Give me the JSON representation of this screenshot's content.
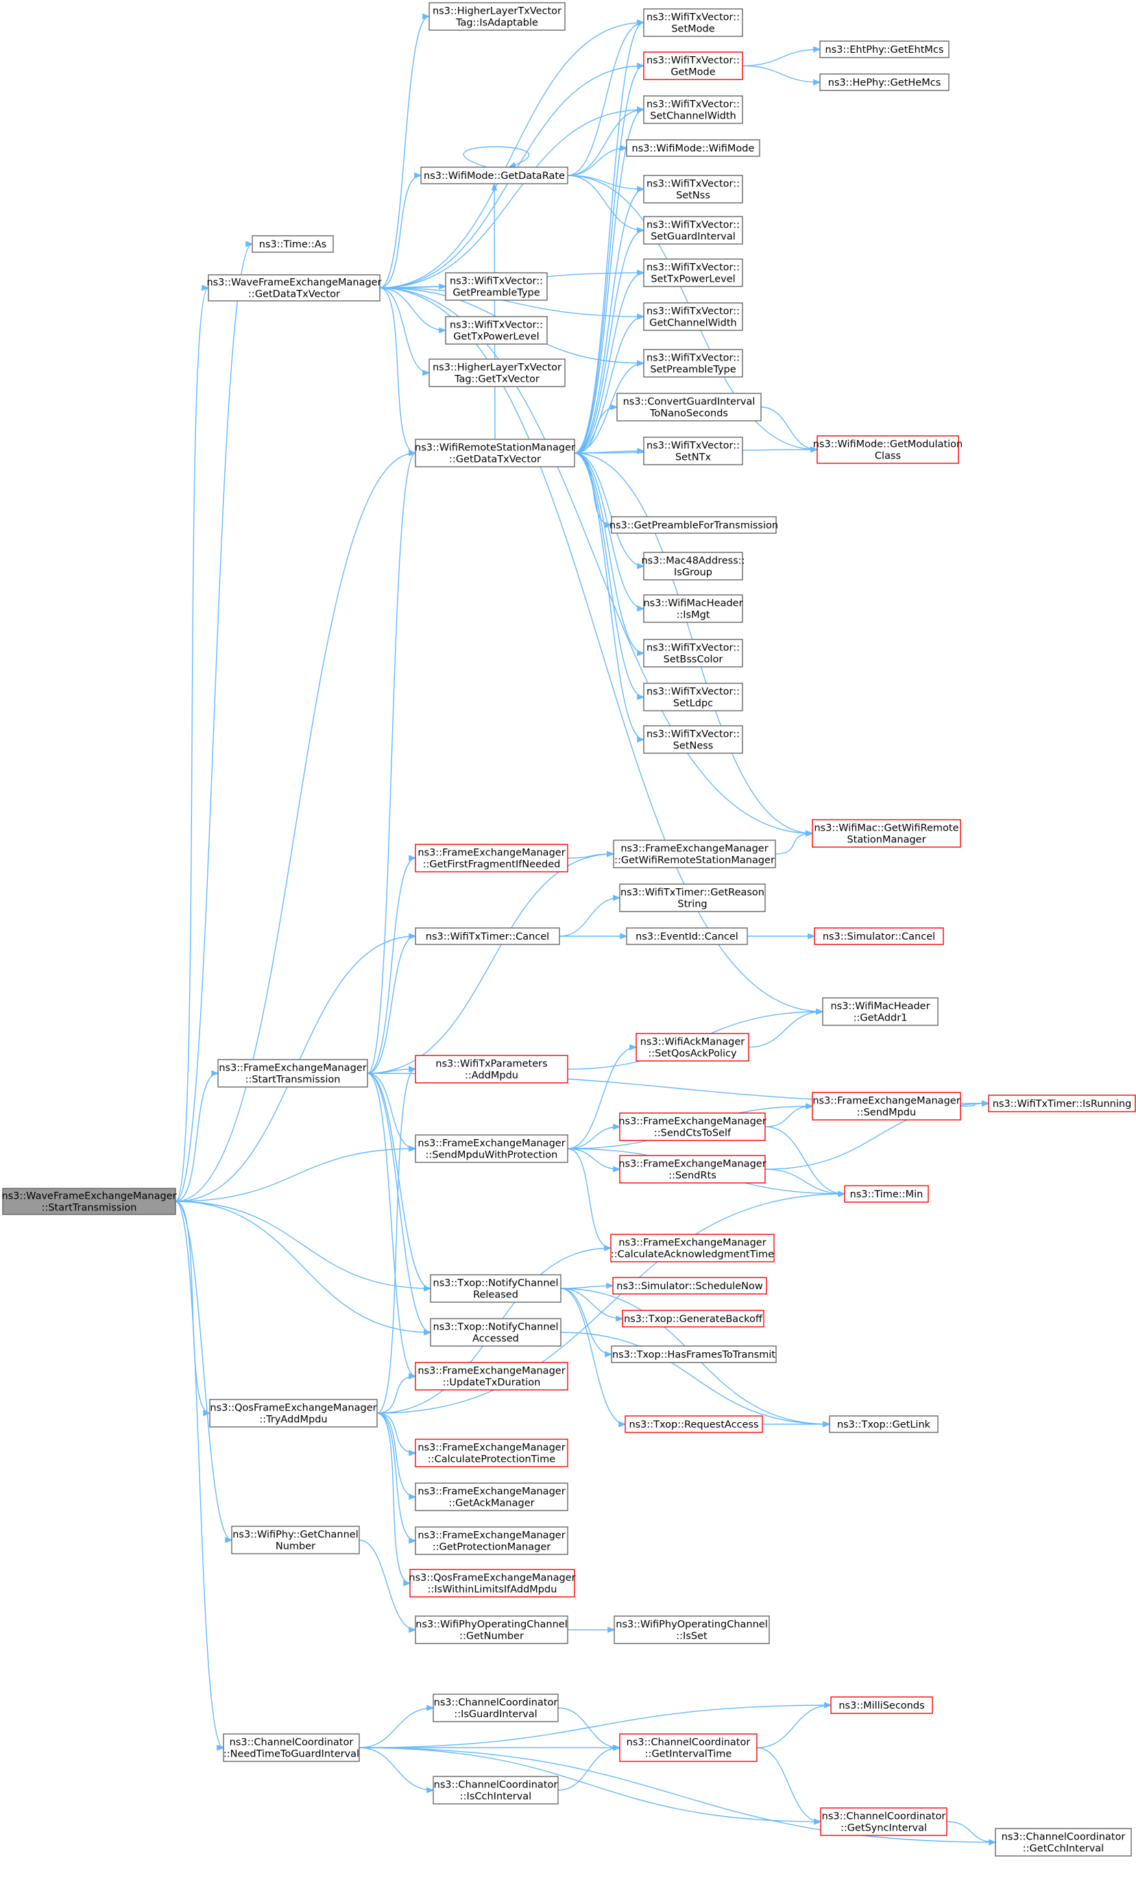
{
  "nodes": [
    {
      "id": "root",
      "lines": [
        "ns3::WaveFrameExchangeManager",
        "::StartTransmission"
      ],
      "style": "grey"
    },
    {
      "id": "timeAs",
      "lines": [
        "ns3::Time::As"
      ],
      "style": "black"
    },
    {
      "id": "getDataTxVector",
      "lines": [
        "ns3::WaveFrameExchangeManager",
        "::GetDataTxVector"
      ],
      "style": "black"
    },
    {
      "id": "hlIsAdaptable",
      "lines": [
        "ns3::HigherLayerTxVector",
        "Tag::IsAdaptable"
      ],
      "style": "black"
    },
    {
      "id": "setMode",
      "lines": [
        "ns3::WifiTxVector::",
        "SetMode"
      ],
      "style": "black"
    },
    {
      "id": "getMode",
      "lines": [
        "ns3::WifiTxVector::",
        "GetMode"
      ],
      "style": "red"
    },
    {
      "id": "ehtMcs",
      "lines": [
        "ns3::EhtPhy::GetEhtMcs"
      ],
      "style": "black"
    },
    {
      "id": "heMcs",
      "lines": [
        "ns3::HePhy::GetHeMcs"
      ],
      "style": "black"
    },
    {
      "id": "setChannelWidth",
      "lines": [
        "ns3::WifiTxVector::",
        "SetChannelWidth"
      ],
      "style": "black"
    },
    {
      "id": "wifiModeGetDataRate",
      "lines": [
        "ns3::WifiMode::GetDataRate"
      ],
      "style": "black"
    },
    {
      "id": "wifiModeCtor",
      "lines": [
        "ns3::WifiMode::WifiMode"
      ],
      "style": "black"
    },
    {
      "id": "setNss",
      "lines": [
        "ns3::WifiTxVector::",
        "SetNss"
      ],
      "style": "black"
    },
    {
      "id": "setGuardInterval",
      "lines": [
        "ns3::WifiTxVector::",
        "SetGuardInterval"
      ],
      "style": "black"
    },
    {
      "id": "getPreambleType",
      "lines": [
        "ns3::WifiTxVector::",
        "GetPreambleType"
      ],
      "style": "black"
    },
    {
      "id": "setTxPowerLevel",
      "lines": [
        "ns3::WifiTxVector::",
        "SetTxPowerLevel"
      ],
      "style": "black"
    },
    {
      "id": "getTxPowerLevel",
      "lines": [
        "ns3::WifiTxVector::",
        "GetTxPowerLevel"
      ],
      "style": "black"
    },
    {
      "id": "getChannelWidth",
      "lines": [
        "ns3::WifiTxVector::",
        "GetChannelWidth"
      ],
      "style": "black"
    },
    {
      "id": "hlGetTxVector",
      "lines": [
        "ns3::HigherLayerTxVector",
        "Tag::GetTxVector"
      ],
      "style": "black"
    },
    {
      "id": "setPreambleType",
      "lines": [
        "ns3::WifiTxVector::",
        "SetPreambleType"
      ],
      "style": "black"
    },
    {
      "id": "convertGI",
      "lines": [
        "ns3::ConvertGuardInterval",
        "ToNanoSeconds"
      ],
      "style": "black"
    },
    {
      "id": "rsmGetDataTxVector",
      "lines": [
        "ns3::WifiRemoteStationManager",
        "::GetDataTxVector"
      ],
      "style": "black"
    },
    {
      "id": "setNTx",
      "lines": [
        "ns3::WifiTxVector::",
        "SetNTx"
      ],
      "style": "black"
    },
    {
      "id": "getModulationClass",
      "lines": [
        "ns3::WifiMode::GetModulation",
        "Class"
      ],
      "style": "red"
    },
    {
      "id": "getPreambleForTx",
      "lines": [
        "ns3::GetPreambleForTransmission"
      ],
      "style": "black"
    },
    {
      "id": "mac48IsGroup",
      "lines": [
        "ns3::Mac48Address::",
        "IsGroup"
      ],
      "style": "black"
    },
    {
      "id": "macHeaderIsMgt",
      "lines": [
        "ns3::WifiMacHeader",
        "::IsMgt"
      ],
      "style": "black"
    },
    {
      "id": "setBssColor",
      "lines": [
        "ns3::WifiTxVector::",
        "SetBssColor"
      ],
      "style": "black"
    },
    {
      "id": "setLdpc",
      "lines": [
        "ns3::WifiTxVector::",
        "SetLdpc"
      ],
      "style": "black"
    },
    {
      "id": "setNess",
      "lines": [
        "ns3::WifiTxVector::",
        "SetNess"
      ],
      "style": "black"
    },
    {
      "id": "getWifiRSM",
      "lines": [
        "ns3::WifiMac::GetWifiRemote",
        "StationManager"
      ],
      "style": "red"
    },
    {
      "id": "getFirstFragment",
      "lines": [
        "ns3::FrameExchangeManager",
        "::GetFirstFragmentIfNeeded"
      ],
      "style": "red"
    },
    {
      "id": "femGetWifiRSM",
      "lines": [
        "ns3::FrameExchangeManager",
        "::GetWifiRemoteStationManager"
      ],
      "style": "black"
    },
    {
      "id": "getReasonString",
      "lines": [
        "ns3::WifiTxTimer::GetReason",
        "String"
      ],
      "style": "black"
    },
    {
      "id": "txTimerCancel",
      "lines": [
        "ns3::WifiTxTimer::Cancel"
      ],
      "style": "black"
    },
    {
      "id": "eventIdCancel",
      "lines": [
        "ns3::EventId::Cancel"
      ],
      "style": "black"
    },
    {
      "id": "simulatorCancel",
      "lines": [
        "ns3::Simulator::Cancel"
      ],
      "style": "red"
    },
    {
      "id": "macHeaderGetAddr1",
      "lines": [
        "ns3::WifiMacHeader",
        "::GetAddr1"
      ],
      "style": "black"
    },
    {
      "id": "femStartTransmission",
      "lines": [
        "ns3::FrameExchangeManager",
        "::StartTransmission"
      ],
      "style": "black"
    },
    {
      "id": "setQosAckPolicy",
      "lines": [
        "ns3::WifiAckManager",
        "::SetQosAckPolicy"
      ],
      "style": "red"
    },
    {
      "id": "addMpdu",
      "lines": [
        "ns3::WifiTxParameters",
        "::AddMpdu"
      ],
      "style": "red"
    },
    {
      "id": "txTimerIsRunning",
      "lines": [
        "ns3::WifiTxTimer::IsRunning"
      ],
      "style": "red"
    },
    {
      "id": "sendMpdu",
      "lines": [
        "ns3::FrameExchangeManager",
        "::SendMpdu"
      ],
      "style": "red"
    },
    {
      "id": "sendCtsToSelf",
      "lines": [
        "ns3::FrameExchangeManager",
        "::SendCtsToSelf"
      ],
      "style": "red"
    },
    {
      "id": "sendMpduWithProtection",
      "lines": [
        "ns3::FrameExchangeManager",
        "::SendMpduWithProtection"
      ],
      "style": "black"
    },
    {
      "id": "sendRts",
      "lines": [
        "ns3::FrameExchangeManager",
        "::SendRts"
      ],
      "style": "red"
    },
    {
      "id": "timeMin",
      "lines": [
        "ns3::Time::Min"
      ],
      "style": "red"
    },
    {
      "id": "calcAckTime",
      "lines": [
        "ns3::FrameExchangeManager",
        "::CalculateAcknowledgmentTime"
      ],
      "style": "red"
    },
    {
      "id": "notifyReleased",
      "lines": [
        "ns3::Txop::NotifyChannel",
        "Released"
      ],
      "style": "black"
    },
    {
      "id": "scheduleNow",
      "lines": [
        "ns3::Simulator::ScheduleNow"
      ],
      "style": "red"
    },
    {
      "id": "generateBackoff",
      "lines": [
        "ns3::Txop::GenerateBackoff"
      ],
      "style": "red"
    },
    {
      "id": "notifyAccessed",
      "lines": [
        "ns3::Txop::NotifyChannel",
        "Accessed"
      ],
      "style": "black"
    },
    {
      "id": "hasFrames",
      "lines": [
        "ns3::Txop::HasFramesToTransmit"
      ],
      "style": "black"
    },
    {
      "id": "updateTxDuration",
      "lines": [
        "ns3::FrameExchangeManager",
        "::UpdateTxDuration"
      ],
      "style": "red"
    },
    {
      "id": "tryAddMpdu",
      "lines": [
        "ns3::QosFrameExchangeManager",
        "::TryAddMpdu"
      ],
      "style": "black"
    },
    {
      "id": "requestAccess",
      "lines": [
        "ns3::Txop::RequestAccess"
      ],
      "style": "red"
    },
    {
      "id": "txopGetLink",
      "lines": [
        "ns3::Txop::GetLink"
      ],
      "style": "black"
    },
    {
      "id": "calcProtectionTime",
      "lines": [
        "ns3::FrameExchangeManager",
        "::CalculateProtectionTime"
      ],
      "style": "red"
    },
    {
      "id": "getAckManager",
      "lines": [
        "ns3::FrameExchangeManager",
        "::GetAckManager"
      ],
      "style": "black"
    },
    {
      "id": "getProtectionManager",
      "lines": [
        "ns3::FrameExchangeManager",
        "::GetProtectionManager"
      ],
      "style": "black"
    },
    {
      "id": "phyGetChannelNumber",
      "lines": [
        "ns3::WifiPhy::GetChannel",
        "Number"
      ],
      "style": "black"
    },
    {
      "id": "isWithinLimits",
      "lines": [
        "ns3::QosFrameExchangeManager",
        "::IsWithinLimitsIfAddMpdu"
      ],
      "style": "red"
    },
    {
      "id": "opChannelGetNumber",
      "lines": [
        "ns3::WifiPhyOperatingChannel",
        "::GetNumber"
      ],
      "style": "black"
    },
    {
      "id": "opChannelIsSet",
      "lines": [
        "ns3::WifiPhyOperatingChannel",
        "::IsSet"
      ],
      "style": "black"
    },
    {
      "id": "isGuardInterval",
      "lines": [
        "ns3::ChannelCoordinator",
        "::IsGuardInterval"
      ],
      "style": "black"
    },
    {
      "id": "milliSeconds",
      "lines": [
        "ns3::MilliSeconds"
      ],
      "style": "red"
    },
    {
      "id": "needTimeToGuard",
      "lines": [
        "ns3::ChannelCoordinator",
        "::NeedTimeToGuardInterval"
      ],
      "style": "black"
    },
    {
      "id": "getIntervalTime",
      "lines": [
        "ns3::ChannelCoordinator",
        "::GetIntervalTime"
      ],
      "style": "red"
    },
    {
      "id": "isCchInterval",
      "lines": [
        "ns3::ChannelCoordinator",
        "::IsCchInterval"
      ],
      "style": "black"
    },
    {
      "id": "getSyncInterval",
      "lines": [
        "ns3::ChannelCoordinator",
        "::GetSyncInterval"
      ],
      "style": "red"
    },
    {
      "id": "getCchInterval",
      "lines": [
        "ns3::ChannelCoordinator",
        "::GetCchInterval"
      ],
      "style": "black"
    }
  ],
  "edges": [
    [
      "root",
      "timeAs"
    ],
    [
      "root",
      "getDataTxVector"
    ],
    [
      "root",
      "femStartTransmission"
    ],
    [
      "root",
      "sendMpduWithProtection"
    ],
    [
      "root",
      "notifyReleased"
    ],
    [
      "root",
      "notifyAccessed"
    ],
    [
      "root",
      "tryAddMpdu"
    ],
    [
      "root",
      "phyGetChannelNumber"
    ],
    [
      "root",
      "needTimeToGuard"
    ],
    [
      "root",
      "rsmGetDataTxVector"
    ],
    [
      "root",
      "txTimerCancel"
    ],
    [
      "getDataTxVector",
      "hlIsAdaptable"
    ],
    [
      "getDataTxVector",
      "setMode"
    ],
    [
      "getDataTxVector",
      "getMode"
    ],
    [
      "getDataTxVector",
      "setChannelWidth"
    ],
    [
      "getDataTxVector",
      "wifiModeGetDataRate"
    ],
    [
      "getDataTxVector",
      "getPreambleType"
    ],
    [
      "getDataTxVector",
      "getTxPowerLevel"
    ],
    [
      "getDataTxVector",
      "hlGetTxVector"
    ],
    [
      "getDataTxVector",
      "rsmGetDataTxVector"
    ],
    [
      "getDataTxVector",
      "getChannelWidth"
    ],
    [
      "getDataTxVector",
      "setTxPowerLevel"
    ],
    [
      "getDataTxVector",
      "setPreambleType"
    ],
    [
      "getDataTxVector",
      "getWifiRSM"
    ],
    [
      "getDataTxVector",
      "macHeaderGetAddr1"
    ],
    [
      "getMode",
      "ehtMcs"
    ],
    [
      "getMode",
      "heMcs"
    ],
    [
      "wifiModeGetDataRate",
      "wifiModeGetDataRate"
    ],
    [
      "wifiModeGetDataRate",
      "setChannelWidth"
    ],
    [
      "wifiModeGetDataRate",
      "wifiModeCtor"
    ],
    [
      "wifiModeGetDataRate",
      "setNss"
    ],
    [
      "wifiModeGetDataRate",
      "setGuardInterval"
    ],
    [
      "wifiModeGetDataRate",
      "setMode"
    ],
    [
      "wifiModeGetDataRate",
      "getModulationClass"
    ],
    [
      "rsmGetDataTxVector",
      "setMode"
    ],
    [
      "rsmGetDataTxVector",
      "getMode"
    ],
    [
      "rsmGetDataTxVector",
      "setChannelWidth"
    ],
    [
      "rsmGetDataTxVector",
      "wifiModeGetDataRate"
    ],
    [
      "rsmGetDataTxVector",
      "setNss"
    ],
    [
      "rsmGetDataTxVector",
      "setGuardInterval"
    ],
    [
      "rsmGetDataTxVector",
      "setTxPowerLevel"
    ],
    [
      "rsmGetDataTxVector",
      "getChannelWidth"
    ],
    [
      "rsmGetDataTxVector",
      "setPreambleType"
    ],
    [
      "rsmGetDataTxVector",
      "convertGI"
    ],
    [
      "rsmGetDataTxVector",
      "setNTx"
    ],
    [
      "rsmGetDataTxVector",
      "getModulationClass"
    ],
    [
      "rsmGetDataTxVector",
      "getPreambleForTx"
    ],
    [
      "rsmGetDataTxVector",
      "mac48IsGroup"
    ],
    [
      "rsmGetDataTxVector",
      "macHeaderIsMgt"
    ],
    [
      "rsmGetDataTxVector",
      "setBssColor"
    ],
    [
      "rsmGetDataTxVector",
      "setLdpc"
    ],
    [
      "rsmGetDataTxVector",
      "setNess"
    ],
    [
      "rsmGetDataTxVector",
      "getWifiRSM"
    ],
    [
      "convertGI",
      "getModulationClass"
    ],
    [
      "femStartTransmission",
      "rsmGetDataTxVector"
    ],
    [
      "femStartTransmission",
      "getFirstFragment"
    ],
    [
      "femStartTransmission",
      "femGetWifiRSM"
    ],
    [
      "femStartTransmission",
      "txTimerCancel"
    ],
    [
      "femStartTransmission",
      "txTimerIsRunning"
    ],
    [
      "femStartTransmission",
      "addMpdu"
    ],
    [
      "femStartTransmission",
      "sendMpduWithProtection"
    ],
    [
      "femStartTransmission",
      "notifyReleased"
    ],
    [
      "femStartTransmission",
      "notifyAccessed"
    ],
    [
      "femStartTransmission",
      "updateTxDuration"
    ],
    [
      "getFirstFragment",
      "femGetWifiRSM"
    ],
    [
      "femGetWifiRSM",
      "getWifiRSM"
    ],
    [
      "txTimerCancel",
      "getReasonString"
    ],
    [
      "txTimerCancel",
      "eventIdCancel"
    ],
    [
      "eventIdCancel",
      "simulatorCancel"
    ],
    [
      "addMpdu",
      "macHeaderGetAddr1"
    ],
    [
      "setQosAckPolicy",
      "macHeaderGetAddr1"
    ],
    [
      "sendMpduWithProtection",
      "setQosAckPolicy"
    ],
    [
      "sendMpduWithProtection",
      "sendMpdu"
    ],
    [
      "sendMpduWithProtection",
      "sendCtsToSelf"
    ],
    [
      "sendMpduWithProtection",
      "sendRts"
    ],
    [
      "sendMpduWithProtection",
      "timeMin"
    ],
    [
      "sendMpduWithProtection",
      "calcAckTime"
    ],
    [
      "sendMpdu",
      "txTimerIsRunning"
    ],
    [
      "sendCtsToSelf",
      "sendMpdu"
    ],
    [
      "sendCtsToSelf",
      "timeMin"
    ],
    [
      "sendRts",
      "txTimerIsRunning"
    ],
    [
      "sendRts",
      "timeMin"
    ],
    [
      "notifyReleased",
      "scheduleNow"
    ],
    [
      "notifyReleased",
      "generateBackoff"
    ],
    [
      "notifyReleased",
      "hasFrames"
    ],
    [
      "notifyReleased",
      "requestAccess"
    ],
    [
      "notifyReleased",
      "txopGetLink"
    ],
    [
      "notifyAccessed",
      "txopGetLink"
    ],
    [
      "requestAccess",
      "txopGetLink"
    ],
    [
      "tryAddMpdu",
      "addMpdu"
    ],
    [
      "tryAddMpdu",
      "calcAckTime"
    ],
    [
      "tryAddMpdu",
      "updateTxDuration"
    ],
    [
      "tryAddMpdu",
      "calcProtectionTime"
    ],
    [
      "tryAddMpdu",
      "getAckManager"
    ],
    [
      "tryAddMpdu",
      "getProtectionManager"
    ],
    [
      "tryAddMpdu",
      "isWithinLimits"
    ],
    [
      "tryAddMpdu",
      "timeMin"
    ],
    [
      "phyGetChannelNumber",
      "opChannelGetNumber"
    ],
    [
      "opChannelGetNumber",
      "opChannelIsSet"
    ],
    [
      "needTimeToGuard",
      "isGuardInterval"
    ],
    [
      "needTimeToGuard",
      "milliSeconds"
    ],
    [
      "needTimeToGuard",
      "getIntervalTime"
    ],
    [
      "needTimeToGuard",
      "isCchInterval"
    ],
    [
      "needTimeToGuard",
      "getSyncInterval"
    ],
    [
      "needTimeToGuard",
      "getCchInterval"
    ],
    [
      "isGuardInterval",
      "getIntervalTime"
    ],
    [
      "isCchInterval",
      "getIntervalTime"
    ],
    [
      "getIntervalTime",
      "milliSeconds"
    ],
    [
      "getIntervalTime",
      "getSyncInterval"
    ],
    [
      "getSyncInterval",
      "getCchInterval"
    ]
  ]
}
